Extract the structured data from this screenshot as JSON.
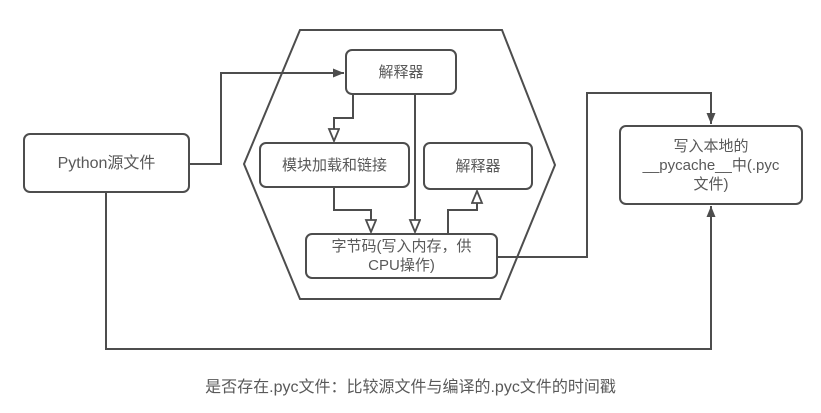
{
  "diagram": {
    "nodes": {
      "python_source": {
        "label": "Python源文件"
      },
      "interpreter_top": {
        "label": "解释器"
      },
      "module_loading": {
        "label": "模块加载和链接"
      },
      "interpreter_right": {
        "label": "解释器"
      },
      "bytecode": {
        "line1": "字节码(写入内存，供",
        "line2": "CPU操作)"
      },
      "pycache": {
        "line1": "写入本地的",
        "line2": "__pycache__中(.pyc",
        "line3": "文件)"
      }
    },
    "caption": "是否存在.pyc文件：比较源文件与编译的.pyc文件的时间戳",
    "colors": {
      "stroke": "#4d4d4d",
      "text": "#595959",
      "background": "#ffffff"
    }
  }
}
